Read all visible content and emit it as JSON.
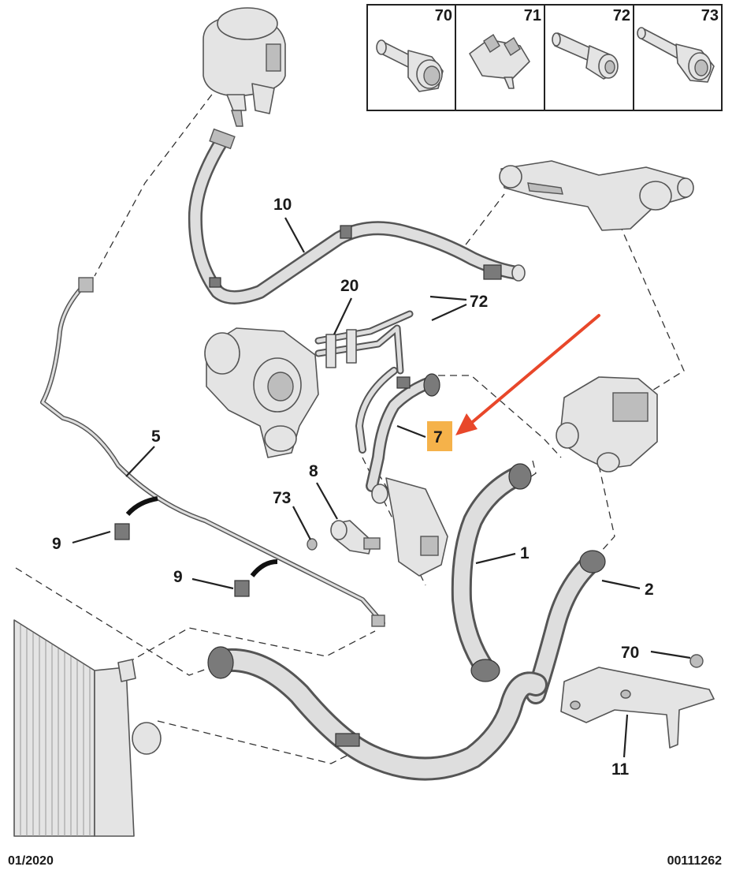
{
  "callouts": {
    "c1": "1",
    "c2": "2",
    "c5": "5",
    "c7": "7",
    "c8": "8",
    "c9a": "9",
    "c9b": "9",
    "c10": "10",
    "c11": "11",
    "c20": "20",
    "c70": "70",
    "c72": "72",
    "c73": "73"
  },
  "fastener_box": {
    "cells": [
      {
        "number": "70",
        "icon": "flange-bolt-icon"
      },
      {
        "number": "71",
        "icon": "hose-clip-icon"
      },
      {
        "number": "72",
        "icon": "socket-screw-icon"
      },
      {
        "number": "73",
        "icon": "stud-bolt-icon"
      }
    ]
  },
  "footer": {
    "date": "01/2020",
    "reference": "00111262"
  },
  "colors": {
    "highlight": "#f5b24a",
    "arrow": "#e8472a",
    "line": "#333333",
    "hose": "#dedede"
  }
}
